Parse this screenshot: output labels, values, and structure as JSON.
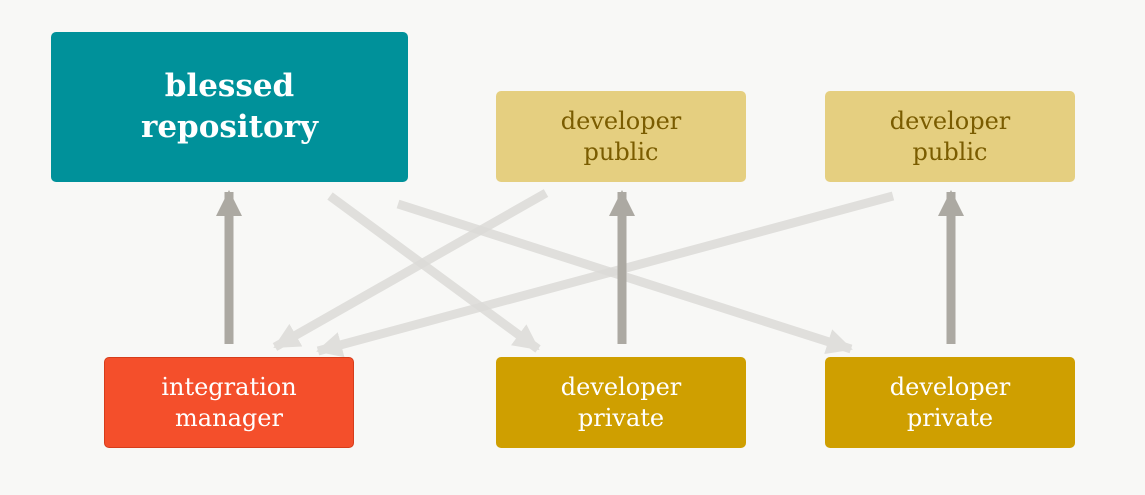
{
  "nodes": {
    "blessed_repository": {
      "line1": "blessed",
      "line2": "repository"
    },
    "developer_public_1": {
      "line1": "developer",
      "line2": "public"
    },
    "developer_public_2": {
      "line1": "developer",
      "line2": "public"
    },
    "integration_manager": {
      "line1": "integration",
      "line2": "manager"
    },
    "developer_private_1": {
      "line1": "developer",
      "line2": "private"
    },
    "developer_private_2": {
      "line1": "developer",
      "line2": "private"
    }
  },
  "edges": [
    {
      "from": "integration_manager",
      "to": "blessed_repository",
      "style": "dark"
    },
    {
      "from": "developer_private_1",
      "to": "developer_public_1",
      "style": "dark"
    },
    {
      "from": "developer_private_2",
      "to": "developer_public_2",
      "style": "dark"
    },
    {
      "from": "blessed_repository",
      "to": "developer_private_1",
      "style": "light"
    },
    {
      "from": "blessed_repository",
      "to": "developer_private_2",
      "style": "light"
    },
    {
      "from": "developer_public_1",
      "to": "integration_manager",
      "style": "light"
    },
    {
      "from": "developer_public_2",
      "to": "integration_manager",
      "style": "light"
    }
  ],
  "colors": {
    "background": "#f8f8f6",
    "blessed": "#00919a",
    "public": "#e5cf80",
    "private": "#cf9f00",
    "integration": "#f44f2b",
    "arrow_dark": "#aca9a2",
    "arrow_light": "#dcdbd8"
  }
}
